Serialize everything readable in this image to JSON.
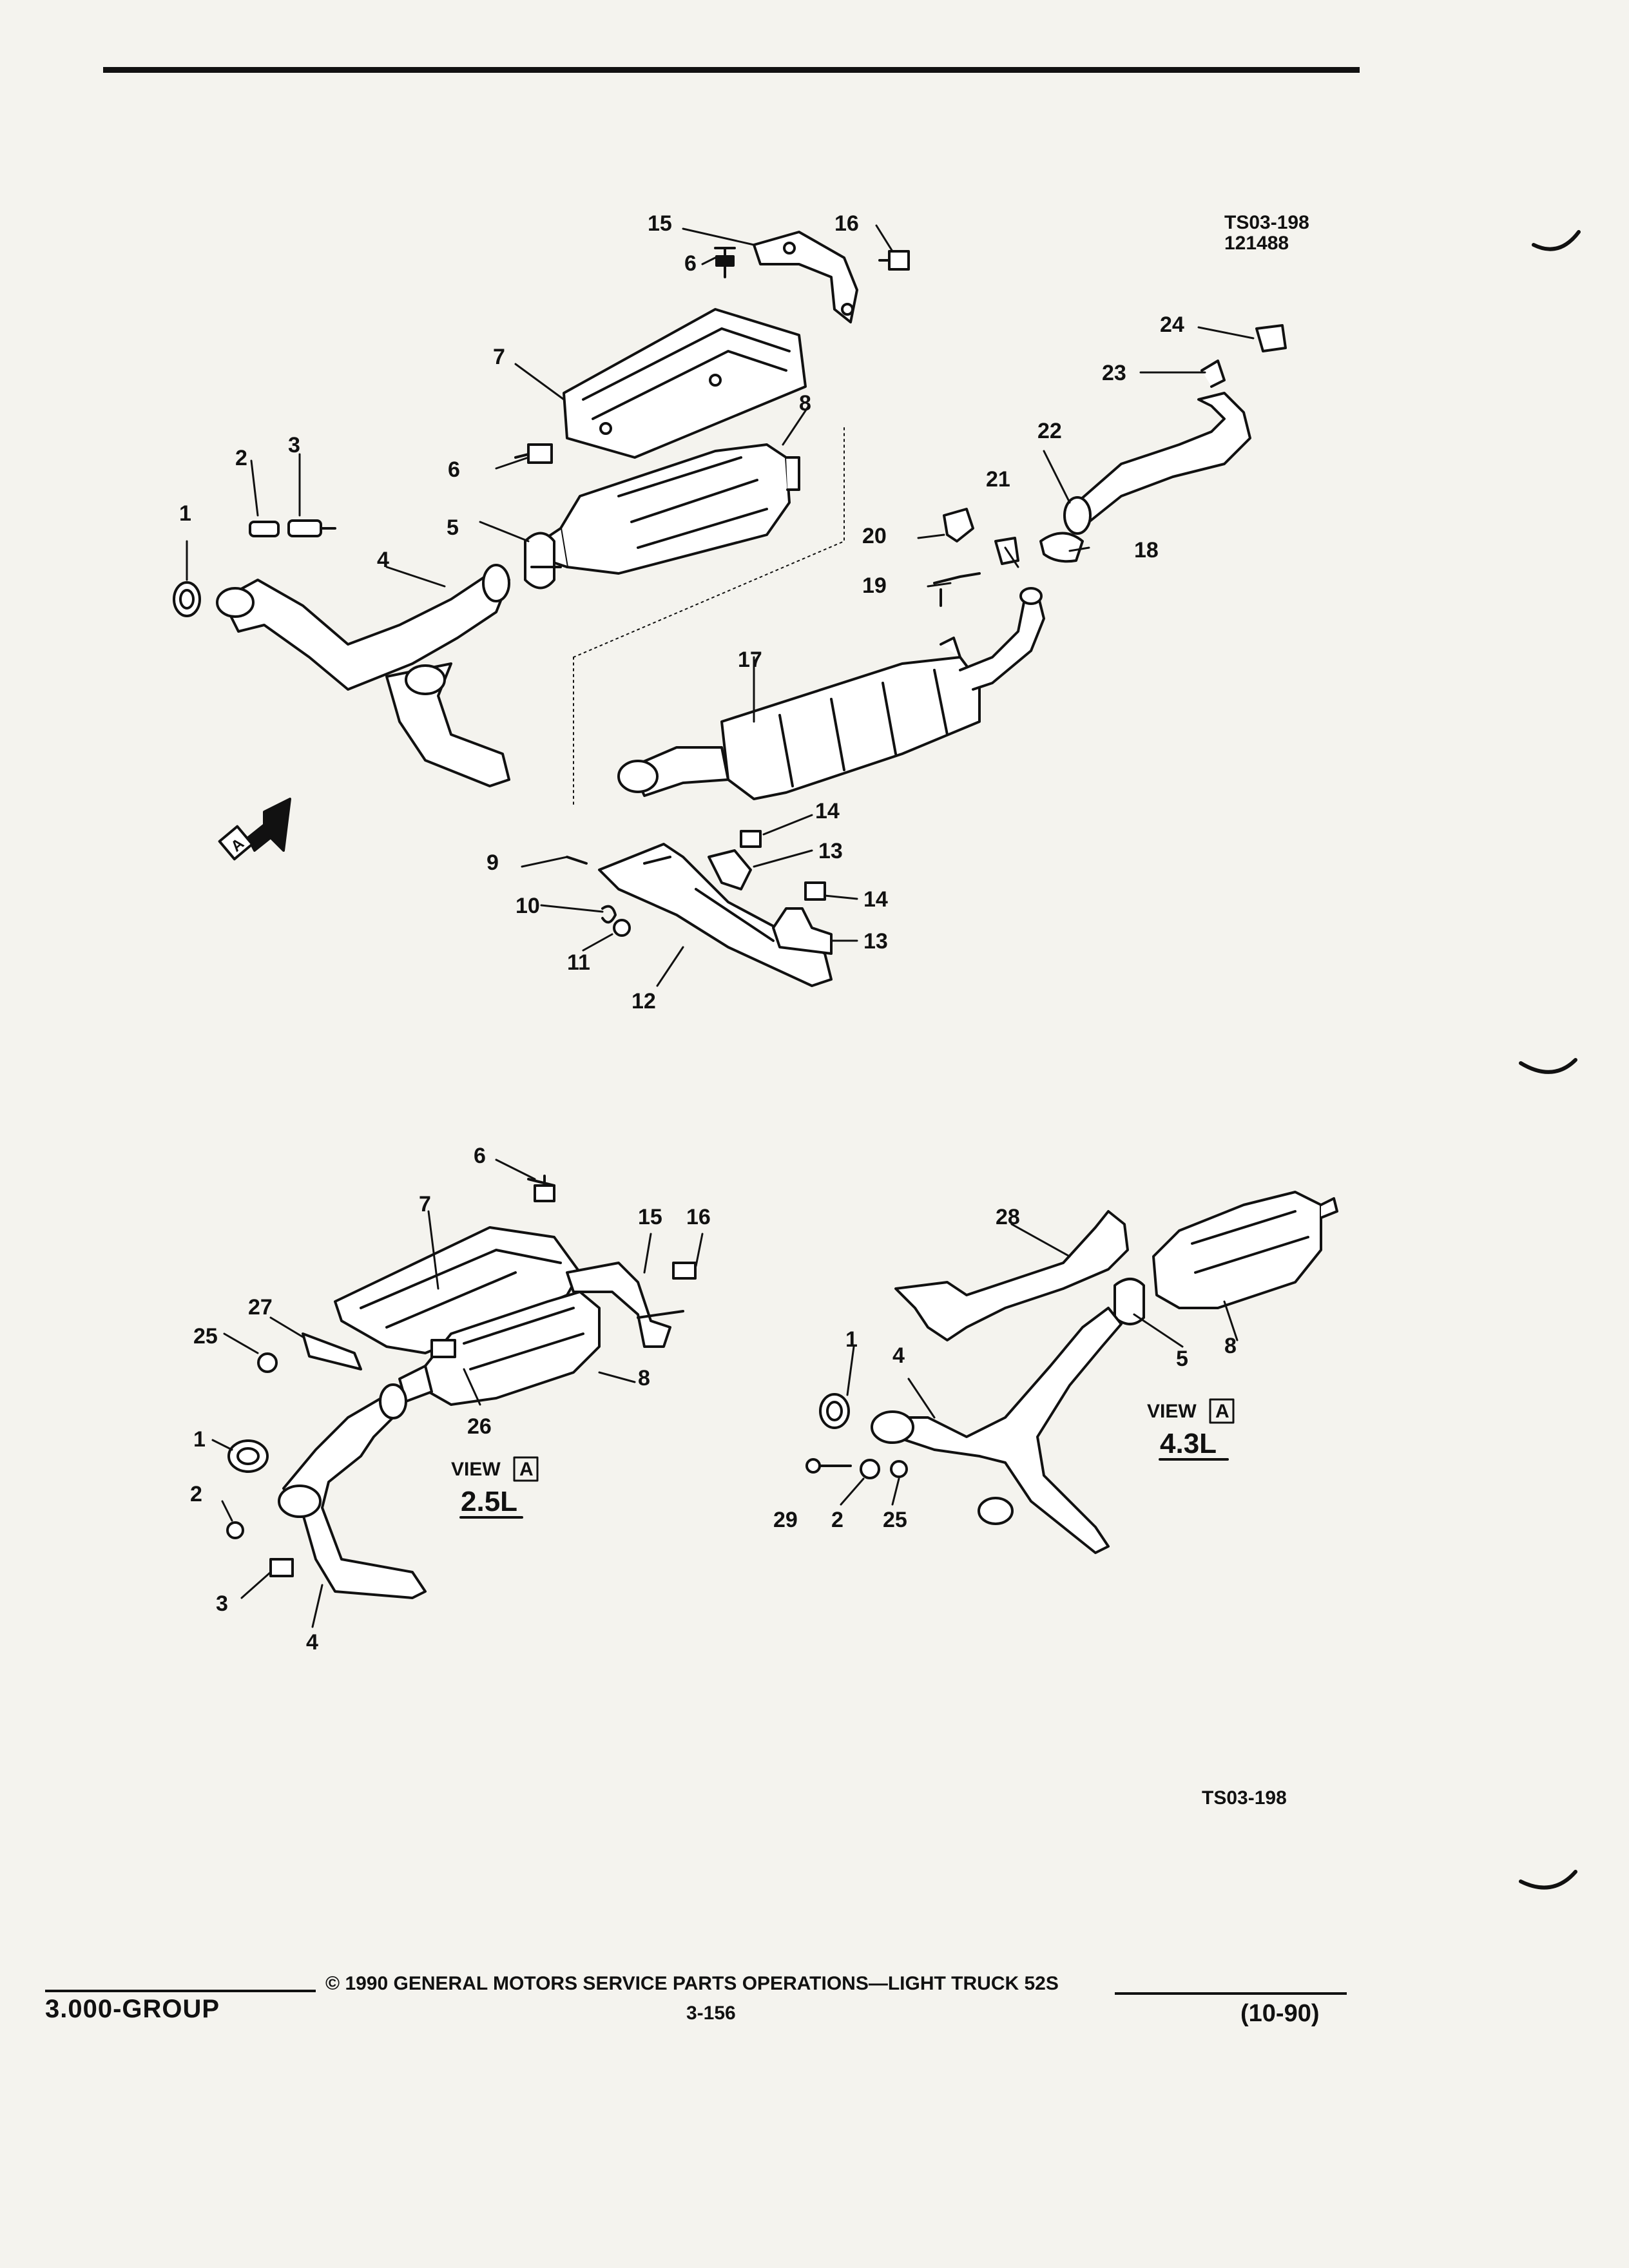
{
  "figure_code": {
    "primary": "TS03-198",
    "date": "121488"
  },
  "bottom_code": "TS03-198",
  "callouts_top": {
    "c1": "1",
    "c2": "2",
    "c3": "3",
    "c4": "4",
    "c5": "5",
    "c6a": "6",
    "c6b": "6",
    "c7": "7",
    "c8": "8",
    "c9": "9",
    "c10": "10",
    "c11": "11",
    "c12": "12",
    "c13a": "13",
    "c13b": "13",
    "c14a": "14",
    "c14b": "14",
    "c15": "15",
    "c16": "16",
    "c17": "17",
    "c18": "18",
    "c19": "19",
    "c20": "20",
    "c21": "21",
    "c22": "22",
    "c23": "23",
    "c24": "24"
  },
  "callouts_25": {
    "c1": "1",
    "c2": "2",
    "c3": "3",
    "c4": "4",
    "c6": "6",
    "c7": "7",
    "c8": "8",
    "c15": "15",
    "c16": "16",
    "c25": "25",
    "c26": "26",
    "c27": "27"
  },
  "callouts_43": {
    "c1": "1",
    "c2": "2",
    "c4": "4",
    "c5": "5",
    "c8": "8",
    "c25": "25",
    "c28": "28",
    "c29": "29"
  },
  "view_marker": "A",
  "view_25": {
    "label": "VIEW",
    "letter": "A",
    "engine": "2.5L"
  },
  "view_43": {
    "label": "VIEW",
    "letter": "A",
    "engine": "4.3L"
  },
  "footer": {
    "group": "3.000-GROUP",
    "copyright": "© 1990 GENERAL MOTORS SERVICE PARTS OPERATIONS—LIGHT TRUCK 52S",
    "page": "3-156",
    "revision": "(10-90)"
  }
}
